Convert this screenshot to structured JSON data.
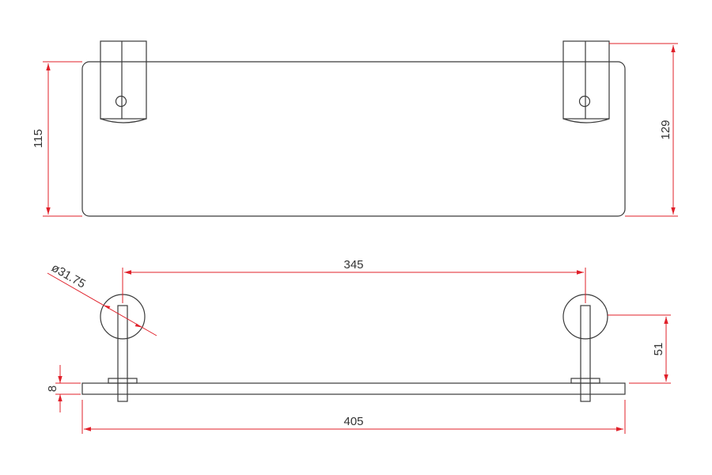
{
  "colors": {
    "outline": "#3a3a3a",
    "dimension": "#e0202a",
    "text": "#333333",
    "background": "#ffffff"
  },
  "dimensions": {
    "top_height_glass": "115",
    "top_height_overall": "129",
    "center_distance": "345",
    "post_diameter": "ø31.75",
    "post_height": "51",
    "glass_thickness": "8",
    "overall_length": "405"
  }
}
